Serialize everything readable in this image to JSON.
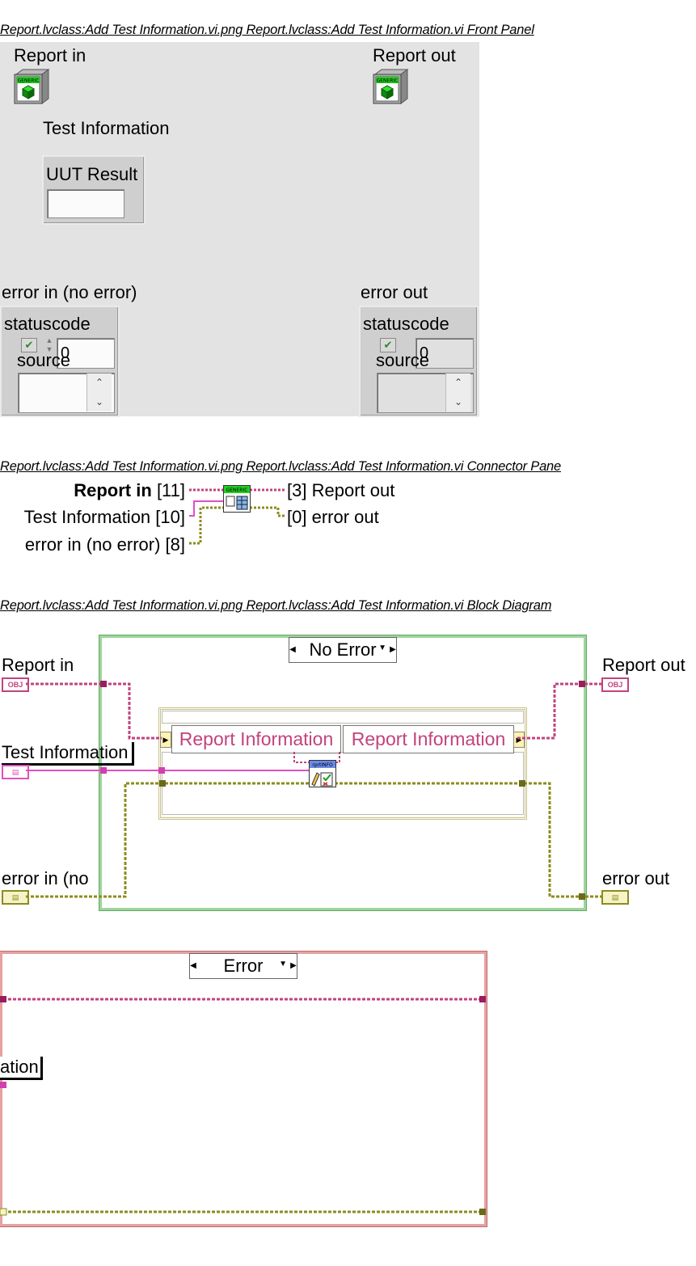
{
  "front_panel": {
    "caption": "Report.lvclass:Add Test Information.vi.png  Report.lvclass:Add Test Information.vi Front Panel",
    "report_in_label": "Report in",
    "report_out_label": "Report out",
    "test_information_label": "Test Information",
    "uut_result_label": "UUT Result",
    "error_in": {
      "label": "error in (no error)",
      "status_label": "status",
      "code_label": "code",
      "code_value": "0",
      "source_label": "source"
    },
    "error_out": {
      "label": "error out",
      "status_label": "status",
      "code_label": "code",
      "code_value": "0",
      "source_label": "source"
    },
    "class_icon_text": "GENERIC"
  },
  "connector_pane": {
    "caption": "Report.lvclass:Add Test Information.vi.png  Report.lvclass:Add Test Information.vi Connector Pane",
    "inputs": [
      {
        "name": "Report in",
        "index": "[11]"
      },
      {
        "name": "Test Information",
        "index": "[10]"
      },
      {
        "name": "error in (no error)",
        "index": "[8]"
      }
    ],
    "outputs": [
      {
        "name": "Report out",
        "index": "[3]"
      },
      {
        "name": "error out",
        "index": "[0]"
      }
    ]
  },
  "block_diagram": {
    "caption": "Report.lvclass:Add Test Information.vi.png  Report.lvclass:Add Test Information.vi Block Diagram",
    "case_no_error": "No Error",
    "case_error": "Error",
    "report_in_label": "Report in",
    "report_out_label": "Report out",
    "test_information_label": "Test Information",
    "error_in_label": "error in (no",
    "error_out_label": "error out",
    "ipe_left": "Report Information",
    "ipe_right": "Report Information",
    "subvi_text": "rprtINFO",
    "obj_terminal": "OBJ",
    "test_info_fragment": "ation"
  },
  "colors": {
    "class_wire": "#c2437e",
    "cluster_wire": "#e050c0",
    "error_wire": "#8c8c1e",
    "case_border": "#9bd69b",
    "error_case_border": "#e8a0a0",
    "ipe_border": "#e8e2b0"
  }
}
